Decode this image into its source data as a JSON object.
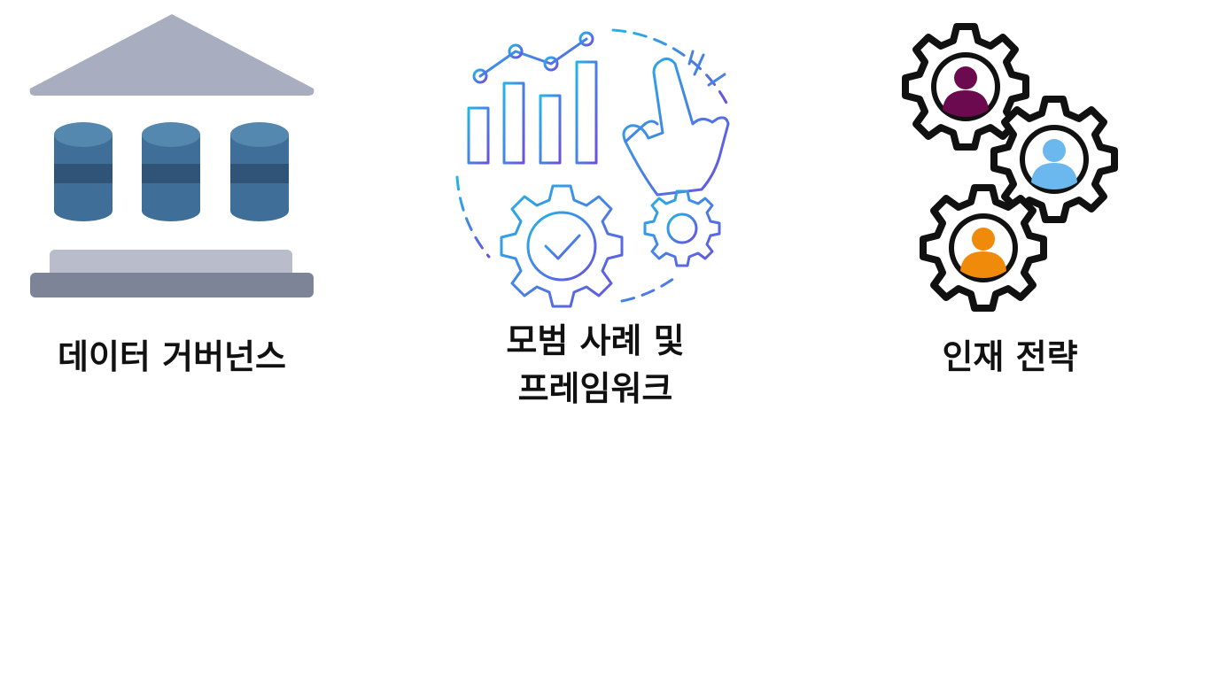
{
  "items": [
    {
      "id": "data-governance",
      "label": "데이터 거버넌스",
      "icon": "building-database-icon",
      "colors": {
        "roof": "#A8AEBF",
        "db_top": "#5588AE",
        "db_body": "#3F6F98",
        "db_band": "#2F5478",
        "base_top": "#B8BCCB",
        "base_bottom": "#7E8497"
      }
    },
    {
      "id": "best-practices",
      "label_lines": [
        "모범 사례 및",
        "프레임워크"
      ],
      "icon": "chart-gear-hand-icon",
      "colors": {
        "gradient_start": "#22B5E8",
        "gradient_end": "#6A4FE0"
      }
    },
    {
      "id": "talent-strategy",
      "label": "인재 전략",
      "icon": "people-gears-icon",
      "colors": {
        "gear": "#111111",
        "person_1": "#6B0A4E",
        "person_2": "#6BB8EE",
        "person_3": "#F08A0A"
      }
    }
  ]
}
